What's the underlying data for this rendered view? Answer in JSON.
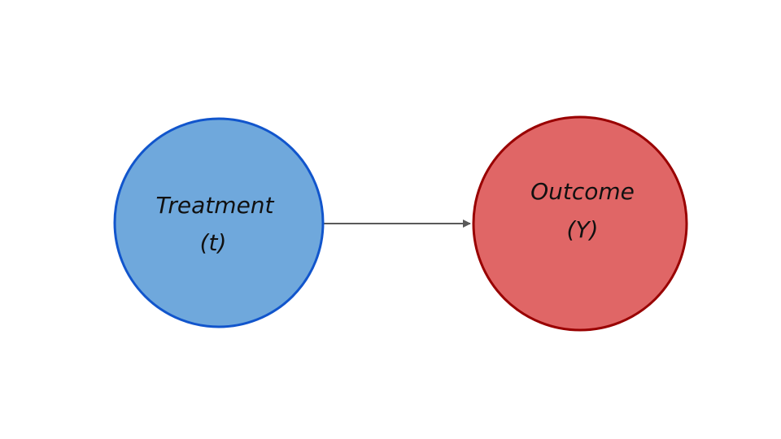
{
  "diagram": {
    "nodes": [
      {
        "id": "treatment",
        "line1": "Treatment",
        "line2": "(t)",
        "fill": "#6fa8dc",
        "stroke": "#1155cc"
      },
      {
        "id": "outcome",
        "line1": "Outcome",
        "line2": "(Y)",
        "fill": "#e06666",
        "stroke": "#990000"
      }
    ],
    "edges": [
      {
        "from": "treatment",
        "to": "outcome",
        "color": "#595959"
      }
    ]
  }
}
